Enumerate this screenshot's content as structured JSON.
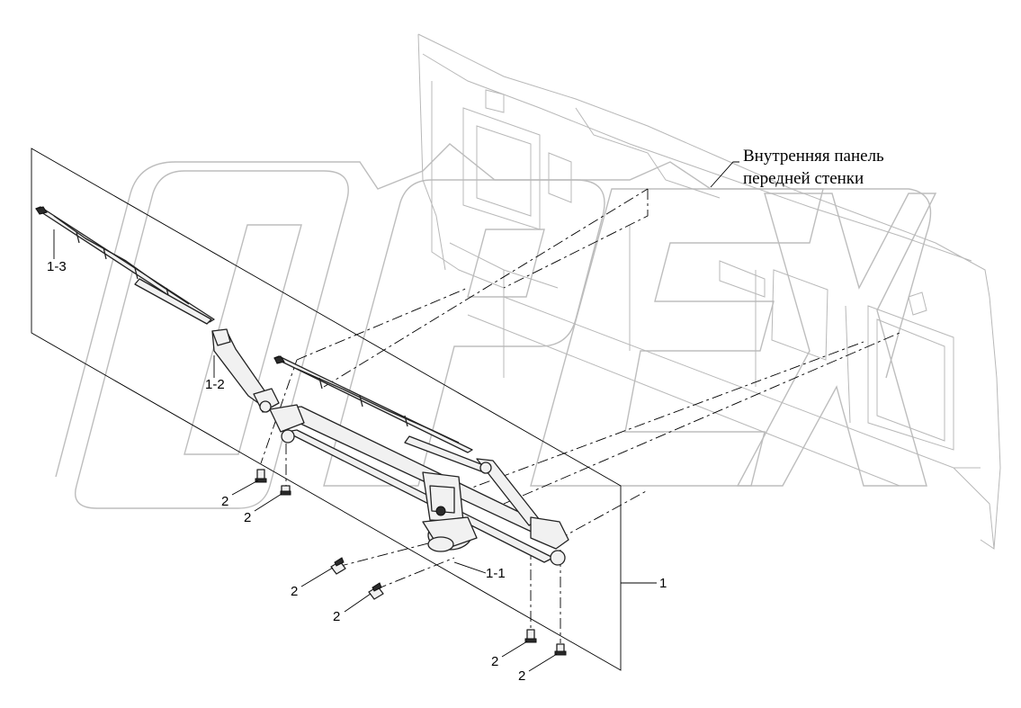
{
  "labels": {
    "callout_panel_line1": "Внутренняя панель",
    "callout_panel_line2": "передней стенки",
    "assembly": "1",
    "motor": "1-1",
    "arm": "1-2",
    "blade": "1-3",
    "bolt": "2"
  },
  "watermark": {
    "letters": [
      "O",
      "P",
      "E",
      "X"
    ]
  }
}
